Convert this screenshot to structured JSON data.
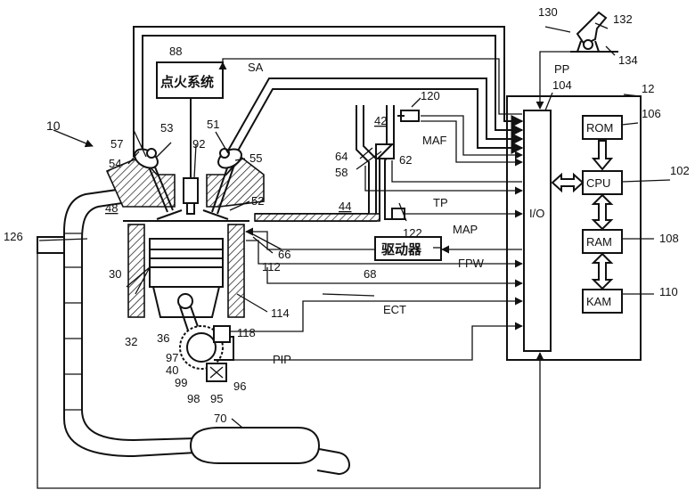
{
  "labels": {
    "ignition_system": "点火系统",
    "driver": "驱动器",
    "rom": "ROM",
    "cpu": "CPU",
    "ram": "RAM",
    "kam": "KAM",
    "io": "I/O",
    "sa": "SA",
    "pp": "PP",
    "maf": "MAF",
    "tp": "TP",
    "map": "MAP",
    "fpw": "FPW",
    "ect": "ECT",
    "pip": "PIP"
  },
  "refs": {
    "r10": "10",
    "r12": "12",
    "r30": "30",
    "r32": "32",
    "r36": "36",
    "r40": "40",
    "r42": "42",
    "r44": "44",
    "r48": "48",
    "r51": "51",
    "r52": "52",
    "r53": "53",
    "r54": "54",
    "r55": "55",
    "r57": "57",
    "r58": "58",
    "r62": "62",
    "r64": "64",
    "r66": "66",
    "r68": "68",
    "r70": "70",
    "r88": "88",
    "r92": "92",
    "r95": "95",
    "r96": "96",
    "r97": "97",
    "r98": "98",
    "r99": "99",
    "r102": "102",
    "r104": "104",
    "r106": "106",
    "r108": "108",
    "r110": "110",
    "r112": "112",
    "r114": "114",
    "r118": "118",
    "r120": "120",
    "r122": "122",
    "r126": "126",
    "r130": "130",
    "r132": "132",
    "r134": "134"
  }
}
